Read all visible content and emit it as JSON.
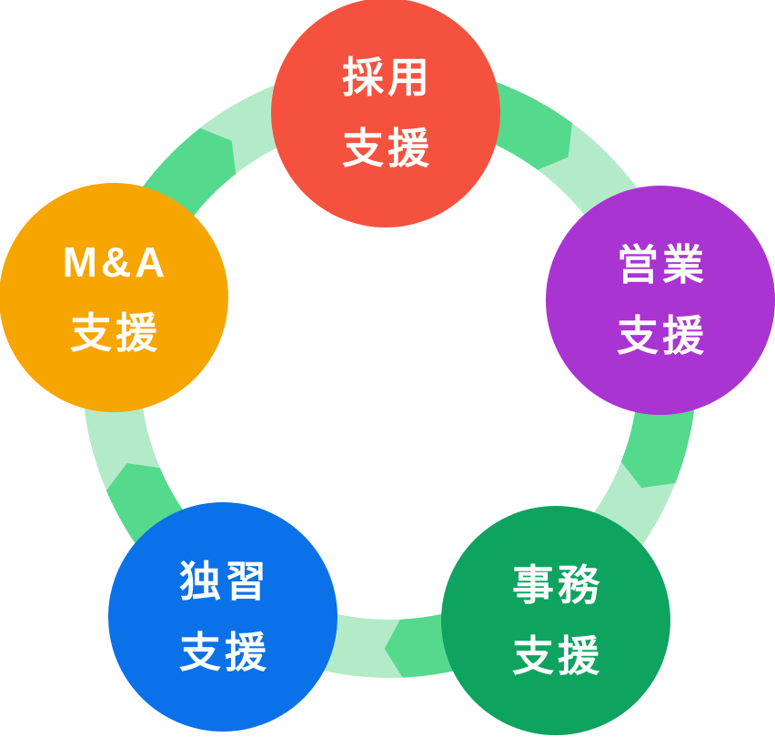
{
  "diagram": {
    "type": "cycle",
    "flow_direction": "clockwise",
    "text_color": "#FFFFFF",
    "ring": {
      "base_color": "#B3EBC9",
      "arrow_color": "#55D98C"
    },
    "items": [
      {
        "id": "recruitment-support",
        "line1": "採用",
        "line2": "支援",
        "label": "採用支援",
        "color": "#F4523E",
        "position": "top"
      },
      {
        "id": "sales-support",
        "line1": "営業",
        "line2": "支援",
        "label": "営業支援",
        "color": "#A934D2",
        "position": "right"
      },
      {
        "id": "office-work-support",
        "line1": "事務",
        "line2": "支援",
        "label": "事務支援",
        "color": "#0EA35F",
        "position": "bottom-right"
      },
      {
        "id": "self-study-support",
        "line1": "独習",
        "line2": "支援",
        "label": "独習支援",
        "color": "#0A71E8",
        "position": "bottom-left"
      },
      {
        "id": "ma-support",
        "line1": "M&A",
        "line2": "支援",
        "label": "M&A支援",
        "color": "#F7A500",
        "position": "left"
      }
    ]
  }
}
